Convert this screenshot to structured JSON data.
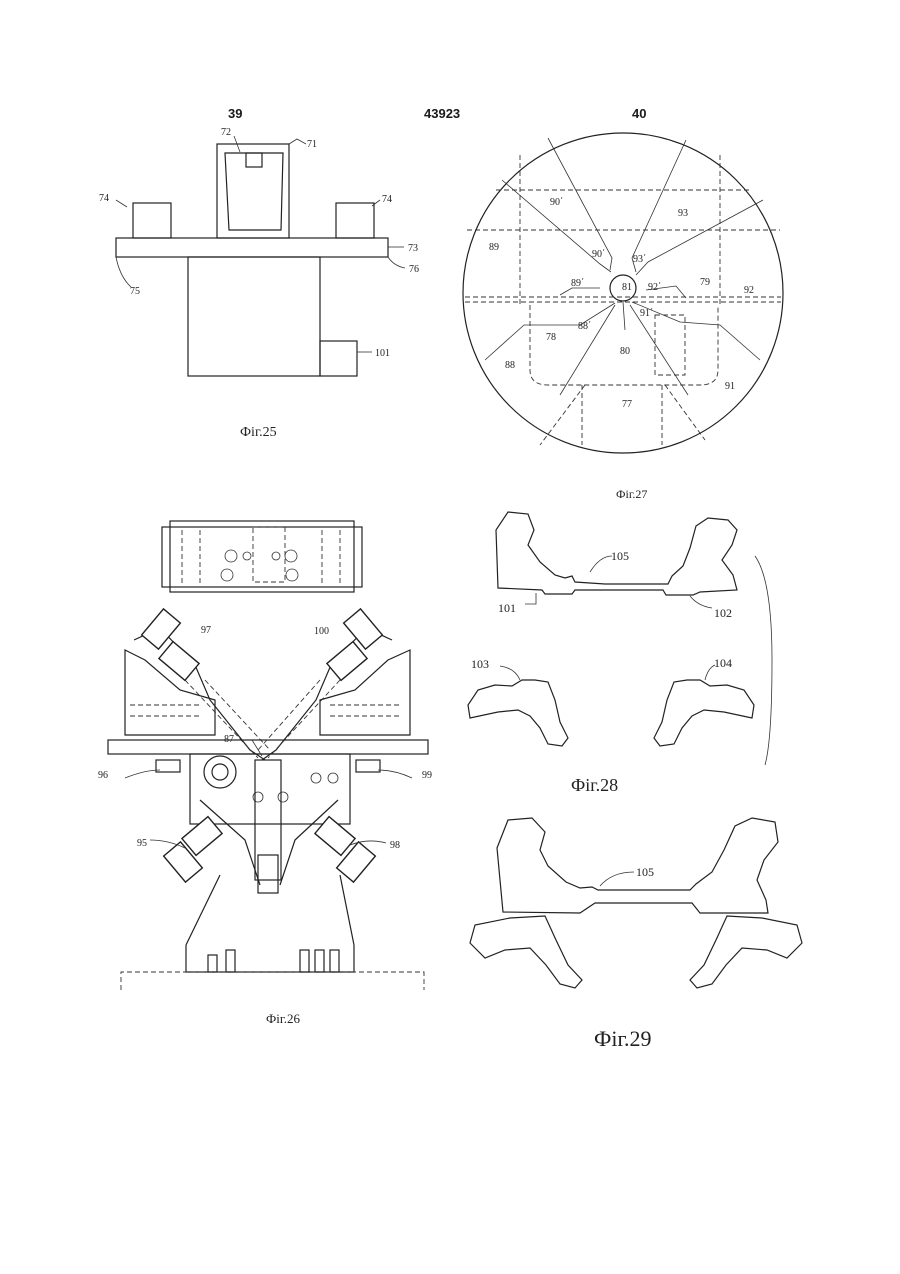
{
  "header": {
    "page_left": "39",
    "patent_number": "43923",
    "page_right": "40"
  },
  "fig25": {
    "caption": "Фіг.25",
    "labels": {
      "l72": "72",
      "l71": "71",
      "l74a": "74",
      "l74b": "74",
      "l73": "73",
      "l76": "76",
      "l75": "75",
      "l101": "101"
    }
  },
  "fig27": {
    "caption": "Фіг.27",
    "labels": {
      "l90a": "90΄",
      "l93a": "93",
      "l89": "89",
      "l90b": "90΄",
      "l93b": "93΄",
      "l89b": "89΄",
      "l81": "81",
      "l92b": "92΄",
      "l79": "79",
      "l92": "92",
      "l91b": "91΄",
      "l78": "78",
      "l88b": "88΄",
      "l80": "80",
      "l88": "88",
      "l91": "91",
      "l77": "77"
    }
  },
  "fig26": {
    "caption": "Фіг.26",
    "labels": {
      "l97": "97",
      "l100": "100",
      "l87": "87",
      "l96": "96",
      "l99": "99",
      "l95": "95",
      "l98": "98"
    }
  },
  "fig28": {
    "caption": "Фіг.28",
    "labels": {
      "l105": "105",
      "l101": "101",
      "l102": "102",
      "l103": "103",
      "l104": "104"
    }
  },
  "fig29": {
    "caption": "Фіг.29",
    "labels": {
      "l105": "105"
    }
  }
}
